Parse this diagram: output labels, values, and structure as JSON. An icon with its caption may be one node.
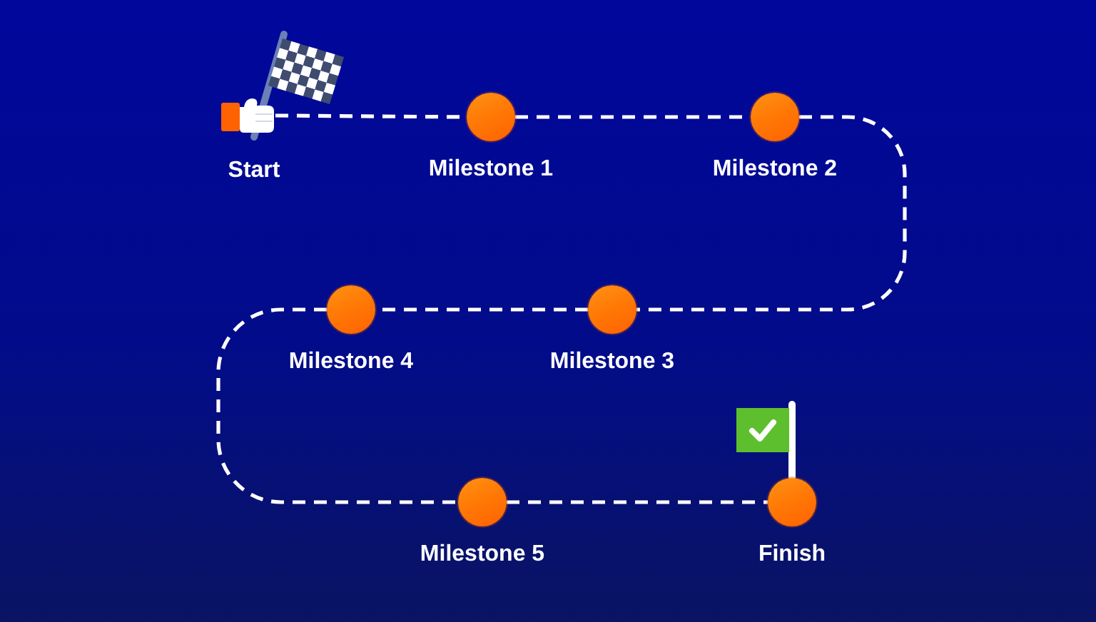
{
  "diagram": {
    "nodes": [
      {
        "text": [
          "Start"
        ]
      },
      {
        "text": [
          "Milestone 1"
        ]
      },
      {
        "text": [
          "Milestone 2"
        ]
      },
      {
        "text": [
          "Milestone 3"
        ]
      },
      {
        "text": [
          "Milestone 4"
        ]
      },
      {
        "text": [
          "Milestone 5"
        ]
      },
      {
        "text": [
          "Finish"
        ]
      }
    ],
    "edges": [
      {
        "from": 0,
        "to": 1,
        "arrow": "none",
        "style": "dashed"
      },
      {
        "from": 1,
        "to": 2,
        "arrow": "none",
        "style": "dashed"
      },
      {
        "from": 2,
        "to": 3,
        "arrow": "none",
        "style": "dashed"
      },
      {
        "from": 3,
        "to": 4,
        "arrow": "none",
        "style": "dashed"
      },
      {
        "from": 4,
        "to": 5,
        "arrow": "none",
        "style": "dashed"
      },
      {
        "from": 5,
        "to": 6,
        "arrow": "none",
        "style": "dashed"
      }
    ]
  }
}
